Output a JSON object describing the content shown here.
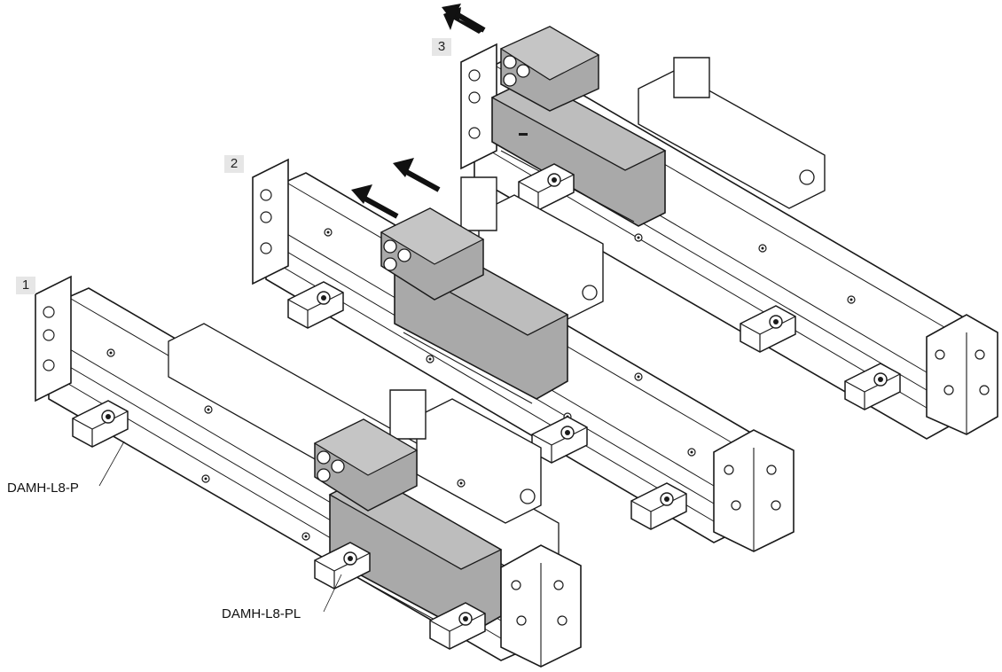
{
  "figure": {
    "step_labels": [
      "1",
      "2",
      "3"
    ],
    "part_labels": {
      "upper": "DAMH-L8-P",
      "lower": "DAMH-L8-PL"
    },
    "colors": {
      "body": "#ffffff",
      "outline": "#1a1a1a",
      "slide": "#a9a9a9",
      "slide_dark": "#8c8c8c",
      "module": "#bdbdbd",
      "badge_bg": "#e6e6e6",
      "arrow": "#111111"
    },
    "arrows": {
      "step_2": 2,
      "step_3": 1,
      "direction": "up-left"
    }
  }
}
